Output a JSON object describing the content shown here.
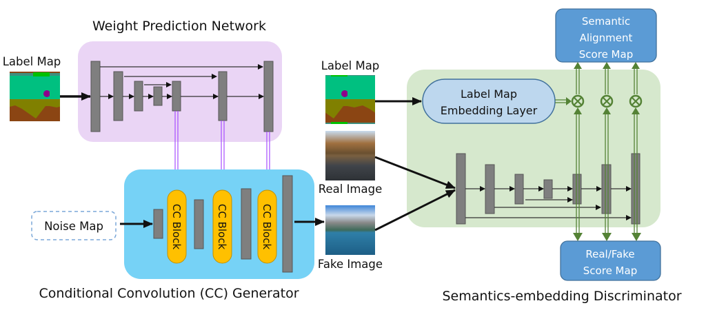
{
  "titles": {
    "weight_prediction": "Weight Prediction Network",
    "generator": "Conditional Convolution (CC) Generator",
    "discriminator": "Semantics-embedding Discriminator"
  },
  "labels": {
    "label_map_left": "Label Map",
    "label_map_right": "Label Map",
    "real_image": "Real Image",
    "fake_image": "Fake Image",
    "noise_map": "Noise Map"
  },
  "cc_blocks": [
    {
      "label": "CC Block"
    },
    {
      "label": "CC Block"
    },
    {
      "label": "CC Block"
    }
  ],
  "embedding_layer": {
    "line1": "Label Map",
    "line2": "Embedding Layer"
  },
  "semantic_score": {
    "line1": "Semantic",
    "line2": "Alignment",
    "line3": "Score Map"
  },
  "realfake_score": {
    "line1": "Real/Fake",
    "line2": "Score Map"
  },
  "operator_symbol": "⊗",
  "colors": {
    "weight_net_bg": "#ead5f5",
    "generator_bg": "#76d2f6",
    "discriminator_bg": "#d6e8cd",
    "cc_block": "#ffc000",
    "score_box": "#5b9bd5",
    "embedding_pill": "#bdd7ee",
    "purple_arrow": "#a64dff",
    "green_arrow": "#548235",
    "layer_gray": "#7f7f7f"
  }
}
